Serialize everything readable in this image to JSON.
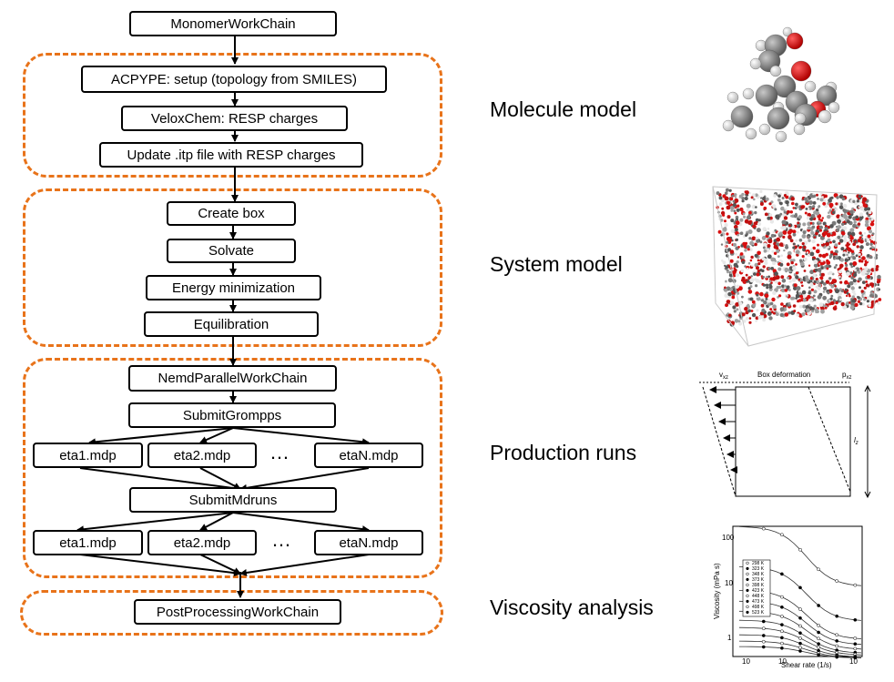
{
  "nodes": {
    "monomer": "MonomerWorkChain",
    "acpype": "ACPYPE: setup (topology from SMILES)",
    "velox": "VeloxChem: RESP charges",
    "update_itp": "Update .itp file with RESP charges",
    "create_box": "Create box",
    "solvate": "Solvate",
    "energy_min": "Energy minimization",
    "equilibration": "Equilibration",
    "nemd": "NemdParallelWorkChain",
    "submit_grompps": "SubmitGrompps",
    "eta1_a": "eta1.mdp",
    "eta2_a": "eta2.mdp",
    "etaN_a": "etaN.mdp",
    "submit_mdruns": "SubmitMdruns",
    "eta1_b": "eta1.mdp",
    "eta2_b": "eta2.mdp",
    "etaN_b": "etaN.mdp",
    "postprocessing": "PostProcessingWorkChain",
    "ellipsis": "…"
  },
  "stages": {
    "molecule": "Molecule model",
    "system": "System model",
    "production": "Production runs",
    "viscosity": "Viscosity analysis"
  },
  "box_deformation": {
    "title": "Box deformation",
    "left_label": "v",
    "left_sub": "xz",
    "right_label": "p",
    "right_sub": "xz",
    "height_label": "l",
    "height_sub": "z"
  },
  "viscosity_plot": {
    "ylabel": "Viscosity (mPa s)",
    "xlabel": "Shear rate (1/s)",
    "legend": [
      "298 K",
      "323 K",
      "348 K",
      "373 K",
      "398 K",
      "423 K",
      "448 K",
      "473 K",
      "498 K",
      "523 K"
    ],
    "yticks": [
      "100",
      "10",
      "1"
    ],
    "xticks": [
      "10",
      "10",
      "10"
    ]
  },
  "colors": {
    "group_border": "#e8731a",
    "carbon": "#7a7a7a",
    "oxygen": "#d81010",
    "hydrogen": "#eeeeee"
  }
}
